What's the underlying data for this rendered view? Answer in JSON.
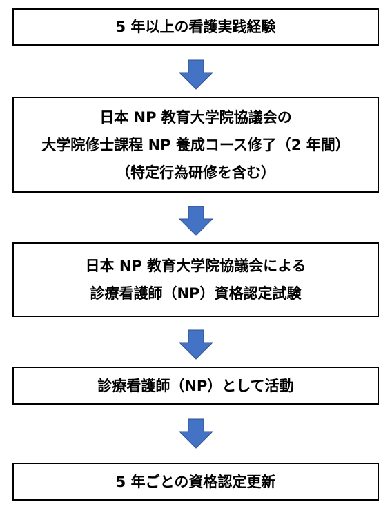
{
  "steps": [
    {
      "lines": [
        "5 年以上の看護実践経験"
      ]
    },
    {
      "lines": [
        "日本 NP 教育大学院協議会の",
        "大学院修士課程 NP 養成コース修了（2 年間）",
        "（特定行為研修を含む）"
      ]
    },
    {
      "lines": [
        "日本 NP 教育大学院協議会による",
        "診療看護師（NP）資格認定試験"
      ]
    },
    {
      "lines": [
        "診療看護師（NP）として活動"
      ]
    },
    {
      "lines": [
        "5 年ごとの資格認定更新"
      ]
    }
  ],
  "arrow_color": "#4472C4",
  "arrow_icon": "down-arrow-icon"
}
